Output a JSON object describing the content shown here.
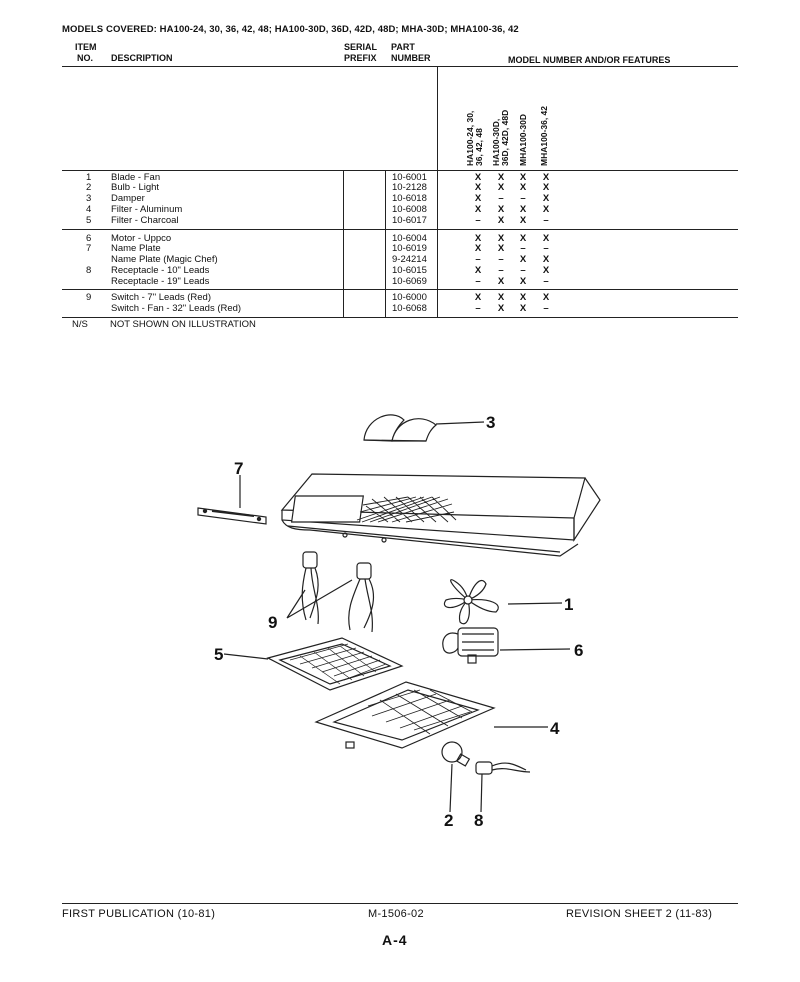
{
  "models_covered": "MODELS COVERED: HA100-24, 30, 36, 42, 48; HA100-30D, 36D, 42D, 48D; MHA-30D; MHA100-36, 42",
  "columns": {
    "item_line1": "ITEM",
    "item_line2": "NO.",
    "description": "DESCRIPTION",
    "serial_line1": "SERIAL",
    "serial_line2": "PREFIX",
    "part_line1": "PART",
    "part_line2": "NUMBER",
    "model_features": "MODEL NUMBER AND/OR FEATURES"
  },
  "model_columns": [
    {
      "line1": "HA100-24, 30,",
      "line2": "36, 42, 48"
    },
    {
      "line1": "HA100-30D,",
      "line2": "36D, 42D, 48D"
    },
    {
      "line1": "MHA100-30D",
      "line2": ""
    },
    {
      "line1": "MHA100-36, 42",
      "line2": ""
    }
  ],
  "parts": [
    {
      "item": "1",
      "description": "Blade - Fan",
      "part": "10-6001",
      "marks": [
        "X",
        "X",
        "X",
        "X"
      ]
    },
    {
      "item": "2",
      "description": "Bulb - Light",
      "part": "10-2128",
      "marks": [
        "X",
        "X",
        "X",
        "X"
      ]
    },
    {
      "item": "3",
      "description": "Damper",
      "part": "10-6018",
      "marks": [
        "X",
        "–",
        "–",
        "X"
      ]
    },
    {
      "item": "4",
      "description": "Filter - Aluminum",
      "part": "10-6008",
      "marks": [
        "X",
        "X",
        "X",
        "X"
      ]
    },
    {
      "item": "5",
      "description": "Filter - Charcoal",
      "part": "10-6017",
      "marks": [
        "–",
        "X",
        "X",
        "–"
      ]
    },
    {
      "item": "6",
      "description": "Motor - Uppco",
      "part": "10-6004",
      "marks": [
        "X",
        "X",
        "X",
        "X"
      ]
    },
    {
      "item": "7",
      "description": "Name Plate",
      "part": "10-6019",
      "marks": [
        "X",
        "X",
        "–",
        "–"
      ]
    },
    {
      "item": "",
      "description": "Name Plate (Magic Chef)",
      "part": "9-24214",
      "marks": [
        "–",
        "–",
        "X",
        "X"
      ]
    },
    {
      "item": "8",
      "description": "Receptacle - 10\" Leads",
      "part": "10-6015",
      "marks": [
        "X",
        "–",
        "–",
        "X"
      ]
    },
    {
      "item": "",
      "description": "Receptacle - 19\" Leads",
      "part": "10-6069",
      "marks": [
        "–",
        "X",
        "X",
        "–"
      ]
    },
    {
      "item": "9",
      "description": "Switch - 7\" Leads (Red)",
      "part": "10-6000",
      "marks": [
        "X",
        "X",
        "X",
        "X"
      ]
    },
    {
      "item": "",
      "description": "Switch - Fan - 32\" Leads (Red)",
      "part": "10-6068",
      "marks": [
        "–",
        "X",
        "X",
        "–"
      ]
    }
  ],
  "ns_code": "N/S",
  "ns_text": "NOT SHOWN ON ILLUSTRATION",
  "callouts": [
    "1",
    "2",
    "3",
    "4",
    "5",
    "6",
    "7",
    "8",
    "9"
  ],
  "footer": {
    "left": "FIRST PUBLICATION (10-81)",
    "center": "M-1506-02",
    "right": "REVISION SHEET 2 (11-83)",
    "page": "A-4"
  }
}
